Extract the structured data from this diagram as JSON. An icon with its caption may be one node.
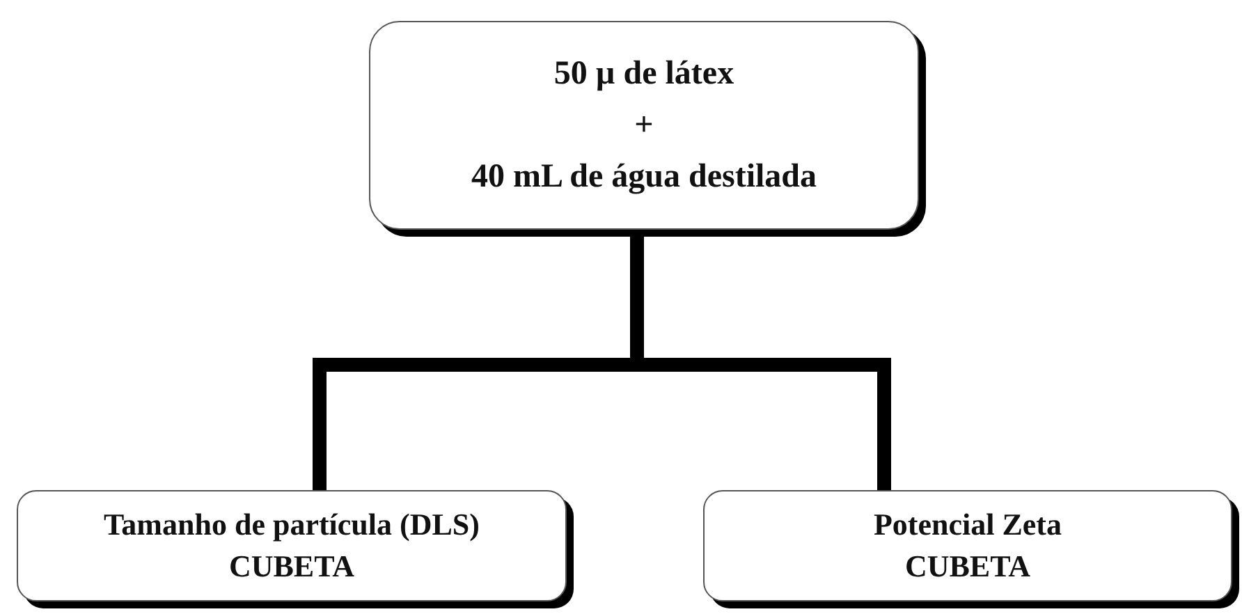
{
  "diagram": {
    "nodes": [
      {
        "text": [
          "50 µ de látex",
          "+",
          "40 mL de água destilada"
        ]
      },
      {
        "text": [
          "Tamanho de partícula (DLS)",
          "CUBETA"
        ]
      },
      {
        "text": [
          "Potencial Zeta",
          "CUBETA"
        ]
      }
    ],
    "edges": [
      {
        "from": 0,
        "to": 1,
        "arrow": "none"
      },
      {
        "from": 0,
        "to": 2,
        "arrow": "none"
      }
    ]
  }
}
